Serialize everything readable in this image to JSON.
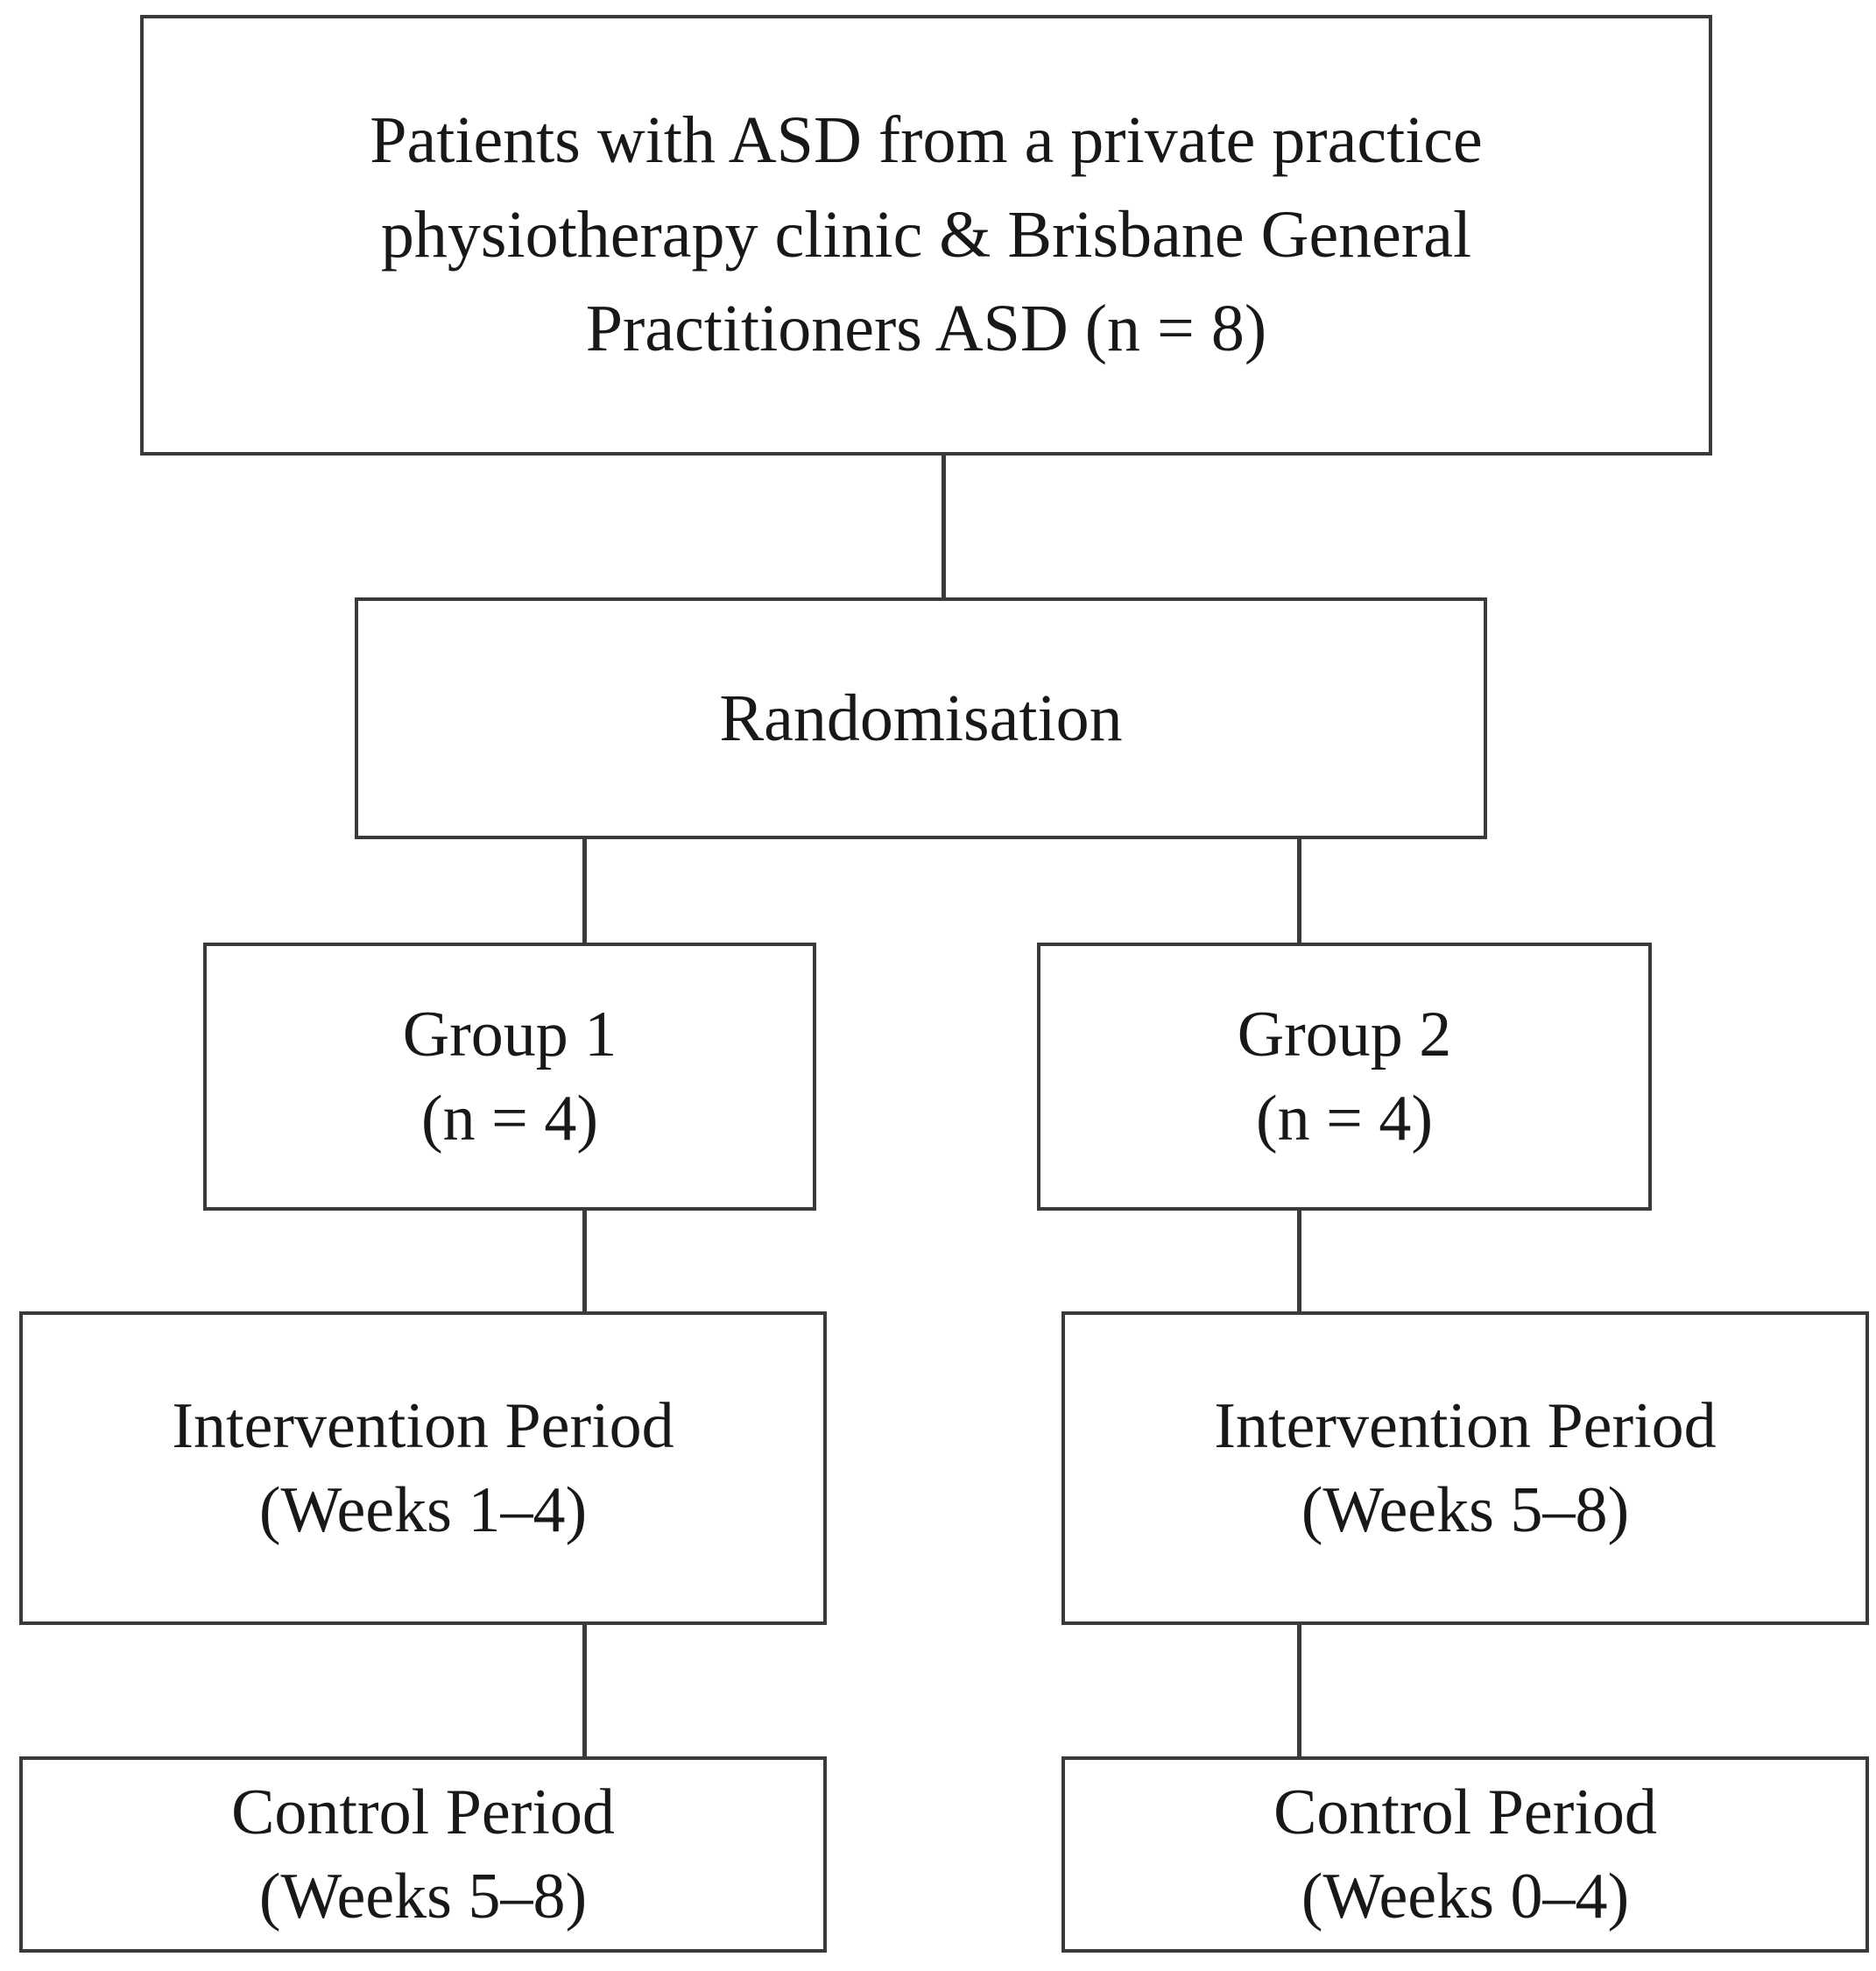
{
  "diagram": {
    "title": "Randomised cross-over study design flowchart",
    "accent_color": "#3a3a3a",
    "background_color": "#ffffff",
    "text_color": "#181818",
    "nodes": {
      "source": {
        "line1": "Patients with ASD from a private practice",
        "line2": "physiotherapy clinic & Brisbane General",
        "line3": "Practitioners ASD (n = 8)"
      },
      "randomisation": {
        "line1": "Randomisation"
      },
      "group_1": {
        "line1": "Group 1",
        "line2": "(n = 4)"
      },
      "group_2": {
        "line1": "Group 2",
        "line2": "(n = 4)"
      },
      "intervention_1": {
        "line1": "Intervention Period",
        "line2": "(Weeks 1–4)"
      },
      "intervention_2": {
        "line1": "Intervention Period",
        "line2": "(Weeks 5–8)"
      },
      "control_1": {
        "line1": "Control Period",
        "line2": "(Weeks 5–8)"
      },
      "control_2": {
        "line1": "Control Period",
        "line2": "(Weeks 0–4)"
      }
    }
  }
}
